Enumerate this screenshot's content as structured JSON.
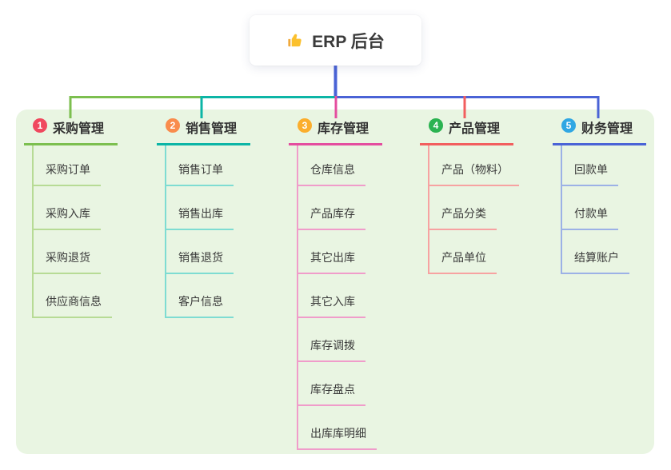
{
  "root": {
    "label": "ERP 后台",
    "icon": "thumbs-up-icon"
  },
  "branches": [
    {
      "badge": "1",
      "label": "采购管理",
      "key": "purchase",
      "badge_color": "#f0485e",
      "line_color": "#7cbf4f",
      "child_line_color": "#b7db95",
      "children": [
        "采购订单",
        "采购入库",
        "采购退货",
        "供应商信息"
      ]
    },
    {
      "badge": "2",
      "label": "销售管理",
      "key": "sales",
      "badge_color": "#f98c4c",
      "line_color": "#0cb5a6",
      "child_line_color": "#7edcd2",
      "children": [
        "销售订单",
        "销售出库",
        "销售退货",
        "客户信息"
      ]
    },
    {
      "badge": "3",
      "label": "库存管理",
      "key": "inventory",
      "badge_color": "#fbae2d",
      "line_color": "#e44d9f",
      "child_line_color": "#f09cca",
      "children": [
        "仓库信息",
        "产品库存",
        "其它出库",
        "其它入库",
        "库存调拨",
        "库存盘点",
        "出库库明细"
      ]
    },
    {
      "badge": "4",
      "label": "产品管理",
      "key": "product",
      "badge_color": "#2bb351",
      "line_color": "#f25e5e",
      "child_line_color": "#f7a2a1",
      "children": [
        "产品（物料）",
        "产品分类",
        "产品单位"
      ]
    },
    {
      "badge": "5",
      "label": "财务管理",
      "key": "finance",
      "badge_color": "#30a7e3",
      "line_color": "#4a63d6",
      "child_line_color": "#9cb1e6",
      "children": [
        "回款单",
        "付款单",
        "结算账户"
      ]
    }
  ],
  "colors": {
    "canvas_bg": "#ffffff",
    "panel_bg": "#e9f5e2",
    "text": "#3a3a3a",
    "root_connector": "#4a63d6",
    "thumb_yellow": "#fbc02d",
    "thumb_cuff": "#f0a93c"
  }
}
